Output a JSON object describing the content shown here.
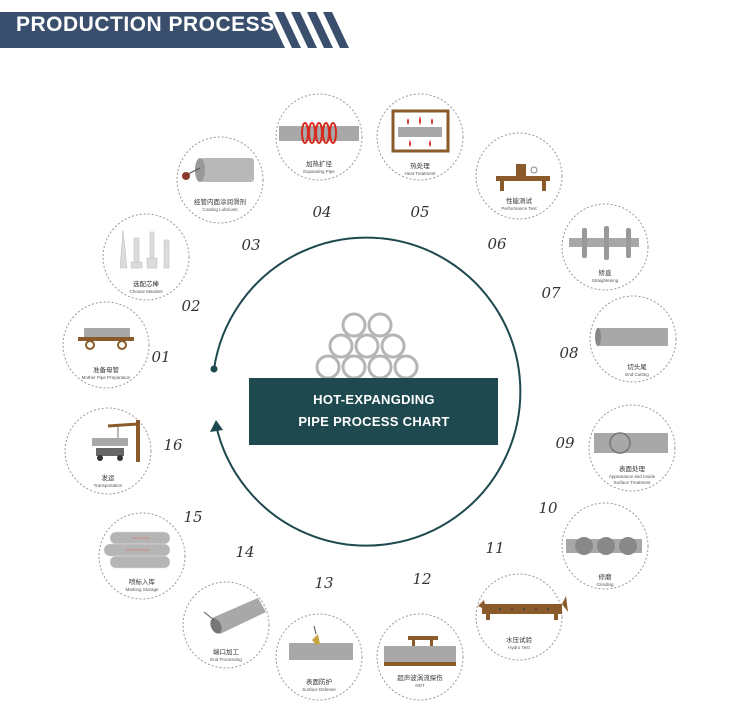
{
  "header": {
    "title": "PRODUCTION PROCESS"
  },
  "colors": {
    "header_bg": "#3a4f6e",
    "center_box": "#1e4a4f",
    "circle_stroke": "#1e4a4f",
    "brown": "#8a5a2a",
    "pipe": "#a8a8a8"
  },
  "center": {
    "title_line1": "HOT-EXPANGDING",
    "title_line2": "PIPE PROCESS CHART"
  },
  "steps": [
    {
      "num": "01",
      "cn": "准备母管",
      "en": "Mother Pipe Preparation",
      "icon": "pipe-on-trolley-icon"
    },
    {
      "num": "02",
      "cn": "选配芯棒",
      "en": "Choose Mandrel",
      "icon": "mandrel-icon"
    },
    {
      "num": "03",
      "cn": "经管内面涂润滑剂",
      "en": "Coating Lubricant",
      "icon": "lubricant-icon"
    },
    {
      "num": "04",
      "cn": "加热扩径",
      "en": "Expanding Pipe",
      "icon": "expanding-pipe-icon"
    },
    {
      "num": "05",
      "cn": "热处理",
      "en": "Heat Treatment",
      "icon": "furnace-icon"
    },
    {
      "num": "06",
      "cn": "性能测试",
      "en": "Performance Test",
      "icon": "test-bench-icon"
    },
    {
      "num": "07",
      "cn": "矫直",
      "en": "Straightening",
      "icon": "straightener-icon"
    },
    {
      "num": "08",
      "cn": "切头尾",
      "en": "End Cutting",
      "icon": "cut-pipe-icon"
    },
    {
      "num": "09",
      "cn": "表面处理",
      "en": "Appearance and Inside Surface Treatment",
      "icon": "surface-treatment-icon"
    },
    {
      "num": "10",
      "cn": "修磨",
      "en": "Grinding",
      "icon": "grinding-icon"
    },
    {
      "num": "11",
      "cn": "水压试验",
      "en": "Hydro Test",
      "icon": "hydro-test-icon"
    },
    {
      "num": "12",
      "cn": "超声波涡流探伤",
      "en": "NDT",
      "icon": "ndt-icon"
    },
    {
      "num": "13",
      "cn": "表面防护",
      "en": "Surface Defense",
      "icon": "surface-defense-icon"
    },
    {
      "num": "14",
      "cn": "端口加工",
      "en": "End Processing",
      "icon": "end-processing-icon"
    },
    {
      "num": "15",
      "cn": "喷标入库",
      "en": "Marking Storage",
      "icon": "pipe-stack-icon"
    },
    {
      "num": "16",
      "cn": "发运",
      "en": "Transportation",
      "icon": "crane-truck-icon"
    }
  ]
}
